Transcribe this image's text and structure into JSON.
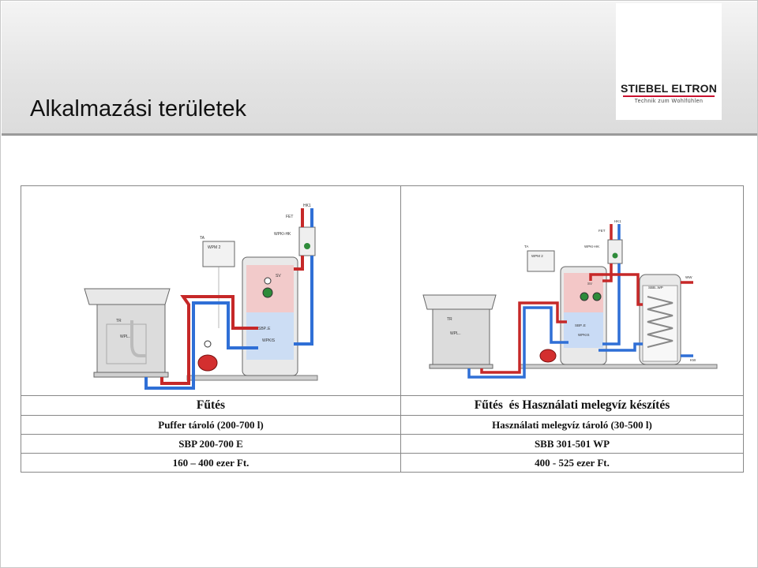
{
  "header": {
    "title": "Alkalmazási területek",
    "logo": {
      "brand": "STIEBEL ELTRON",
      "tagline": "Technik zum Wohlfühlen",
      "accent": "#c8102e"
    }
  },
  "diagrams": {
    "left": {
      "labels": {
        "hk1": "HK1",
        "fet": "FET",
        "wpm": "WPM 2",
        "ta": "TA",
        "wpkihk": "WPKI-HK",
        "sv": "SV",
        "sbp": "SBP..E",
        "wpkis": "WPKIS",
        "wpl": "WPL..",
        "tr": "TR"
      }
    },
    "right": {
      "labels": {
        "hk1": "HK1",
        "fet": "FET",
        "wpm": "WPM 2",
        "ta": "TA",
        "wpkihk": "WPKI-HK",
        "sv": "SV",
        "sbp": "SBP..E",
        "wpkis": "WPKIS",
        "wpl": "WPL..",
        "tr": "TR",
        "sbb": "SBB..WP",
        "ww": "WW",
        "kw": "KW"
      }
    }
  },
  "colors": {
    "hot": "#c62828",
    "cold": "#2f6fd6",
    "unit": "#d9d9d9"
  },
  "table": {
    "left": {
      "heading": "Fűtés",
      "rows": [
        "Puffer tároló (200-700 l)",
        "SBP 200-700 E",
        "160 – 400 ezer Ft."
      ]
    },
    "right": {
      "heading": "Fűtés  és Használati melegvíz készítés",
      "rows": [
        "Használati melegvíz tároló (30-500 l)",
        "SBB 301-501 WP",
        "400 - 525 ezer Ft."
      ]
    }
  }
}
